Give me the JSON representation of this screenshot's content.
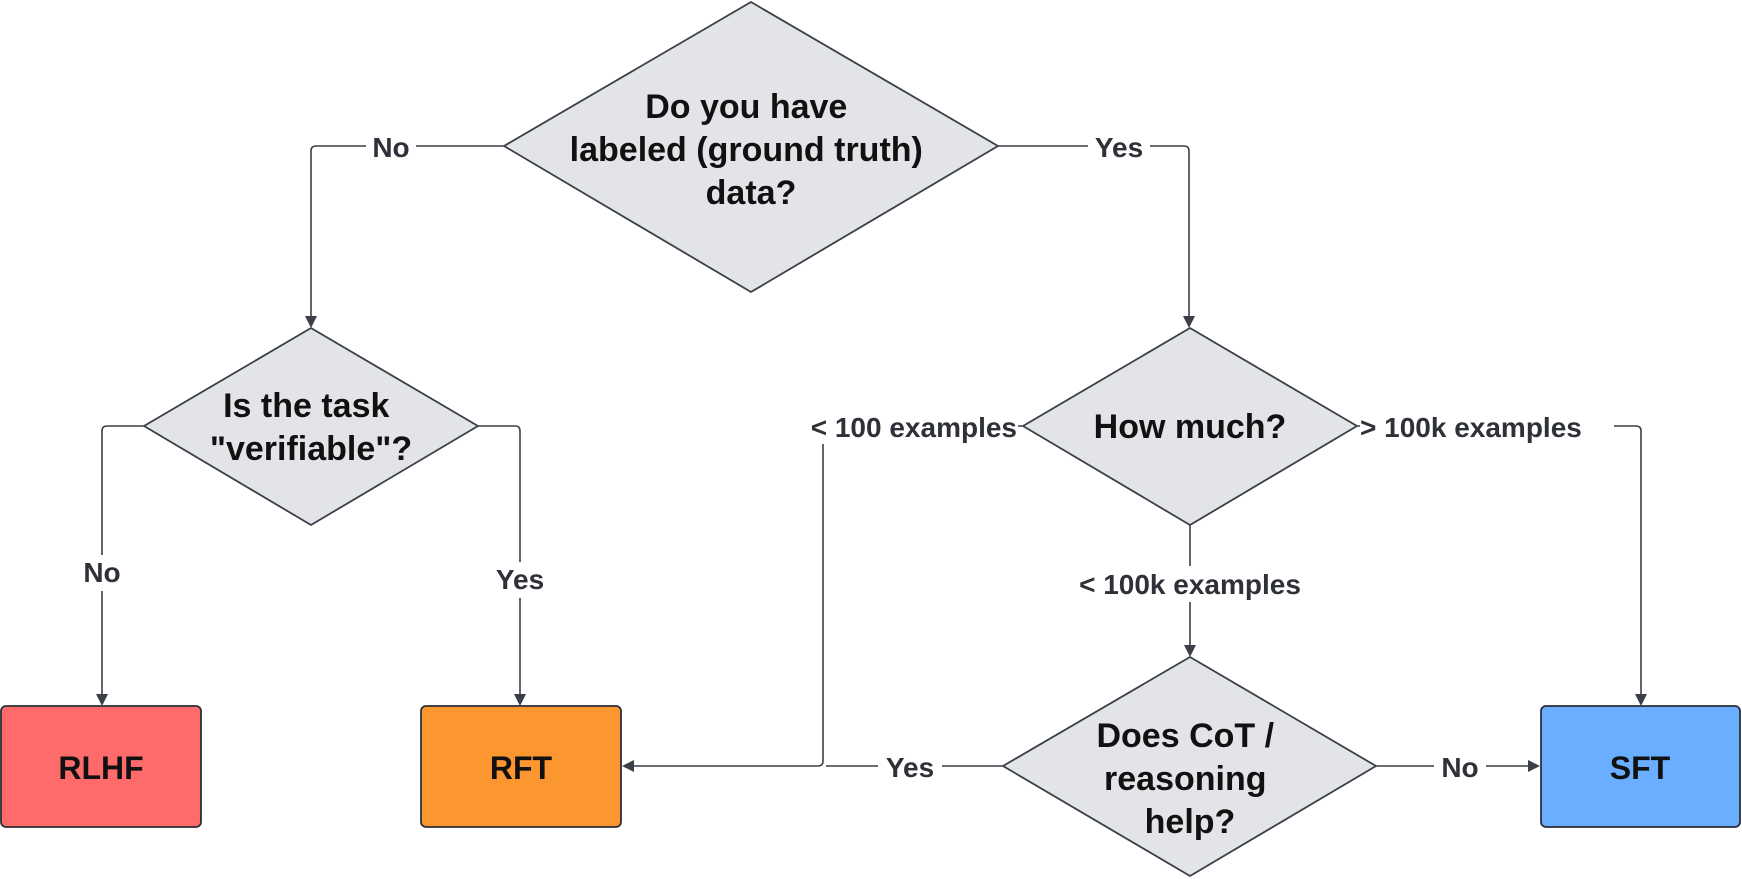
{
  "questions": {
    "labeled_data": [
      "Do you have",
      "labeled (ground truth)",
      "data?"
    ],
    "verifiable": [
      "Is the task",
      "\"verifiable\"?"
    ],
    "how_much": [
      "How much?"
    ],
    "cot_helps": [
      "Does CoT /",
      "reasoning",
      "help?"
    ]
  },
  "outcomes": {
    "rlhf": "RLHF",
    "rft": "RFT",
    "sft": "SFT"
  },
  "edge_labels": {
    "labeled_no": "No",
    "labeled_yes": "Yes",
    "verifiable_no": "No",
    "verifiable_yes": "Yes",
    "lt_100": "< 100 examples",
    "gt_100k": "> 100k examples",
    "lt_100k": "< 100k examples",
    "cot_yes": "Yes",
    "cot_no": "No"
  },
  "colors": {
    "rlhf": "#ff6b6b",
    "rft": "#fb9631",
    "sft": "#6aaeff",
    "question_fill": "#e2e4e8",
    "line": "#3b3f47"
  }
}
